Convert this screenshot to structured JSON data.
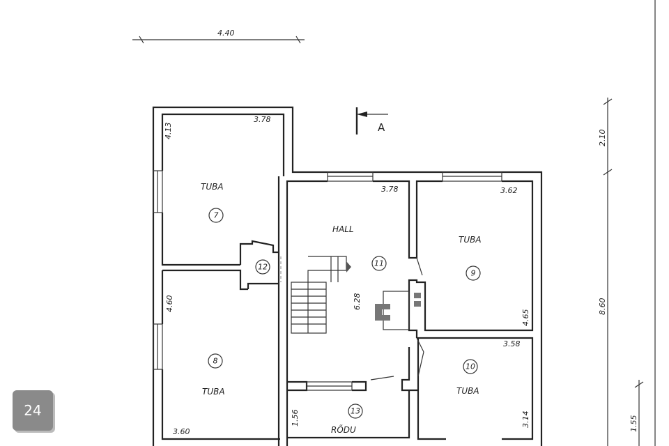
{
  "top_dimension": "4.40",
  "section_marker": "A",
  "right_dimensions": [
    "2.10",
    "8.60",
    "1.55"
  ],
  "rooms": [
    {
      "number": "7",
      "name": "TUBA",
      "width": "3.78",
      "height": "4.13"
    },
    {
      "number": "8",
      "name": "TUBA",
      "width": "3.60",
      "height": "4.60"
    },
    {
      "number": "9",
      "name": "TUBA",
      "width": "3.62",
      "height": "4.65"
    },
    {
      "number": "10",
      "name": "TUBA",
      "width": "3.58",
      "height": "3.14"
    },
    {
      "number": "11",
      "name": "HALL",
      "width": "3.78",
      "height": "6.28"
    },
    {
      "number": "12"
    },
    {
      "number": "13",
      "name": "RÕDU",
      "height": "1.56"
    }
  ],
  "page_badge": "24"
}
